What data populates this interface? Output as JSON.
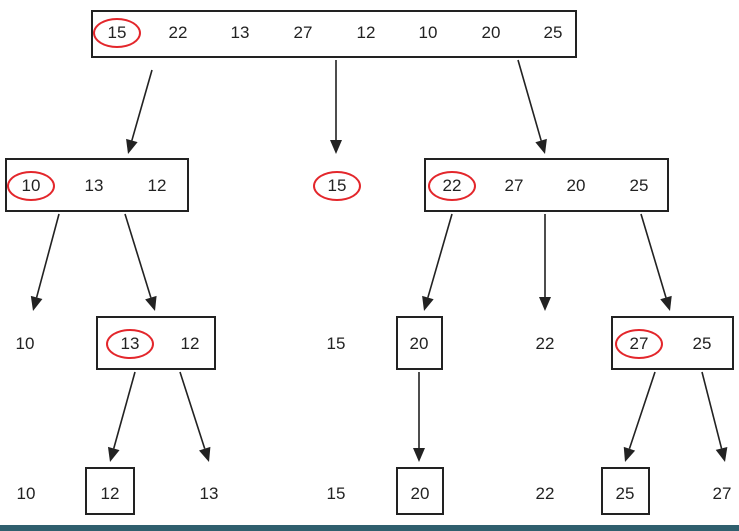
{
  "colors": {
    "line": "#222222",
    "pivot_ring": "#e3262b",
    "bottom_bar": "#2f5f6e"
  },
  "levels": [
    {
      "name": "level-0",
      "items": [
        {
          "type": "box",
          "values": [
            "15",
            "22",
            "13",
            "27",
            "12",
            "10",
            "20",
            "25"
          ],
          "pivot_index": 0
        }
      ]
    },
    {
      "name": "level-1",
      "items": [
        {
          "type": "box",
          "values": [
            "10",
            "13",
            "12"
          ],
          "pivot_index": 0
        },
        {
          "type": "pivot",
          "values": [
            "15"
          ]
        },
        {
          "type": "box",
          "values": [
            "22",
            "27",
            "20",
            "25"
          ],
          "pivot_index": 0
        }
      ]
    },
    {
      "name": "level-2",
      "items": [
        {
          "type": "text",
          "values": [
            "10"
          ]
        },
        {
          "type": "box",
          "values": [
            "13",
            "12"
          ],
          "pivot_index": 0
        },
        {
          "type": "text",
          "values": [
            "15"
          ]
        },
        {
          "type": "box",
          "values": [
            "20"
          ]
        },
        {
          "type": "text",
          "values": [
            "22"
          ]
        },
        {
          "type": "box",
          "values": [
            "27",
            "25"
          ],
          "pivot_index": 0
        }
      ]
    },
    {
      "name": "level-3",
      "items": [
        {
          "type": "text",
          "values": [
            "10"
          ]
        },
        {
          "type": "box",
          "values": [
            "12"
          ]
        },
        {
          "type": "text",
          "values": [
            "13"
          ]
        },
        {
          "type": "text",
          "values": [
            "15"
          ]
        },
        {
          "type": "box",
          "values": [
            "20"
          ]
        },
        {
          "type": "text",
          "values": [
            "22"
          ]
        },
        {
          "type": "box",
          "values": [
            "25"
          ]
        },
        {
          "type": "text",
          "values": [
            "27"
          ]
        }
      ]
    }
  ]
}
